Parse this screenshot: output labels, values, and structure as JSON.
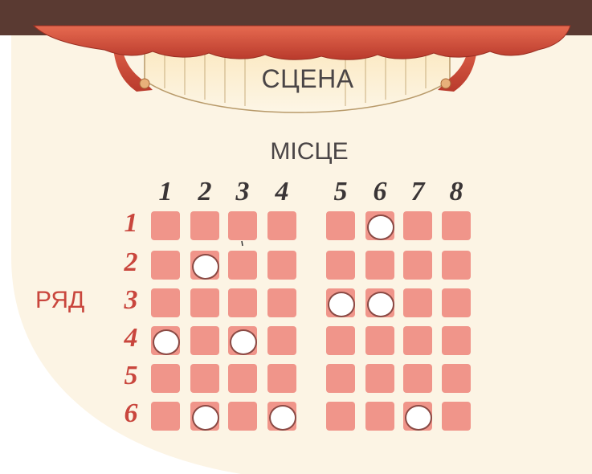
{
  "stage_label": "СЦЕНА",
  "seat_header": "МІСЦЕ",
  "row_header": "РЯД",
  "columns": [
    "1",
    "2",
    "3",
    "4",
    "5",
    "6",
    "7",
    "8"
  ],
  "rows": [
    "1",
    "2",
    "3",
    "4",
    "5",
    "6"
  ],
  "marked_seats": [
    {
      "row": 1,
      "seat": 6
    },
    {
      "row": 2,
      "seat": 2
    },
    {
      "row": 3,
      "seat": 5
    },
    {
      "row": 3,
      "seat": 6
    },
    {
      "row": 4,
      "seat": 1
    },
    {
      "row": 4,
      "seat": 3
    },
    {
      "row": 6,
      "seat": 2
    },
    {
      "row": 6,
      "seat": 4
    },
    {
      "row": 6,
      "seat": 7
    }
  ],
  "colors": {
    "seat": "#f0958a",
    "row_numbers": "#c9463d",
    "curtain": "#d4503e",
    "background": "#fcf4e4"
  }
}
